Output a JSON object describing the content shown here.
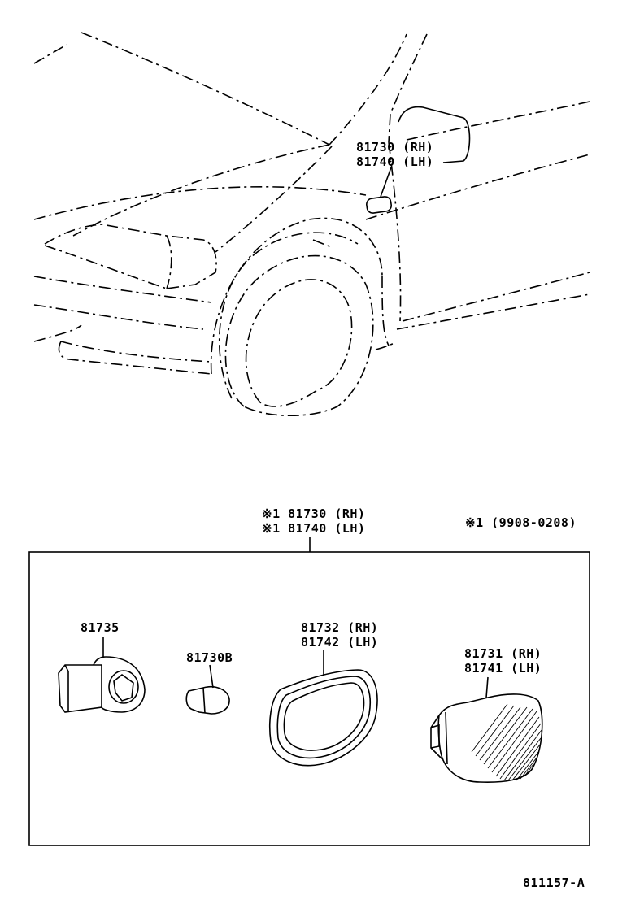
{
  "vehicle_view": {
    "callout_rh": "81730 (RH)",
    "callout_lh": "81740 (LH)"
  },
  "assembly": {
    "label_rh": "※1 81730 (RH)",
    "label_lh": "※1 81740 (LH)",
    "footnote": "※1 (9908-0208)"
  },
  "parts": [
    {
      "lines": [
        "81735"
      ]
    },
    {
      "lines": [
        "81730B"
      ]
    },
    {
      "lines": [
        "81732 (RH)",
        "81742 (LH)"
      ]
    },
    {
      "lines": [
        "81731 (RH)",
        "81741 (LH)"
      ]
    }
  ],
  "diagram_id": "811157-A"
}
